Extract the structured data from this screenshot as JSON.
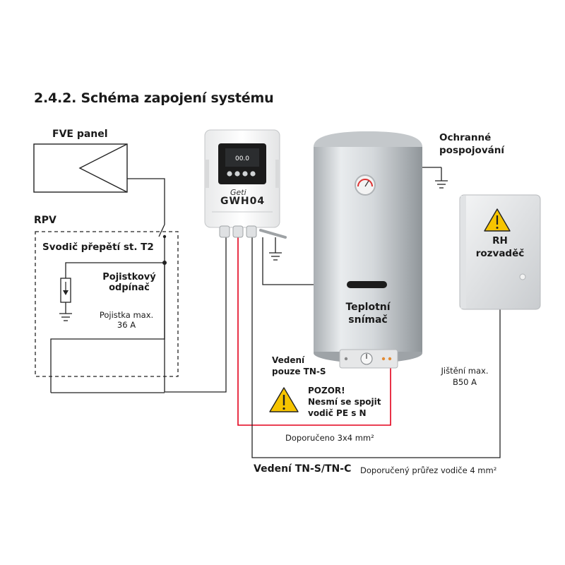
{
  "title": "2.4.2. Schéma zapojení systému",
  "fve_panel": "FVE panel",
  "rpv": "RPV",
  "surge_protector": "Svodič přepětí st. T2",
  "fuse_disconnector_line1": "Pojistkový",
  "fuse_disconnector_line2": "odpínač",
  "fuse_max_line1": "Pojistka max.",
  "fuse_max_line2": "36 A",
  "device_brand": "Geti",
  "device_model": "GWH04",
  "equipotential_line1": "Ochranné",
  "equipotential_line2": "pospojování",
  "rh_line1": "RH",
  "rh_line2": "rozvaděč",
  "temp_sensor_line1": "Teplotní",
  "temp_sensor_line2": "snímač",
  "tn_s_only_line1": "Vedení",
  "tn_s_only_line2": "pouze TN-S",
  "warning_line1": "POZOR!",
  "warning_line2": "Nesmí se spojit",
  "warning_line3": "vodič PE s N",
  "breaker_line1": "Jištění max.",
  "breaker_line2": "B50 A",
  "recommended_3x4": "Doporučeno 3x4 mm²",
  "tn_line": "Vedení TN-S/TN-C",
  "recommended_cross_section": "Doporučený průřez vodiče 4 mm²",
  "colors": {
    "phase_wire": "#e3001b",
    "wire": "#222222",
    "warning": "#f6c400"
  }
}
